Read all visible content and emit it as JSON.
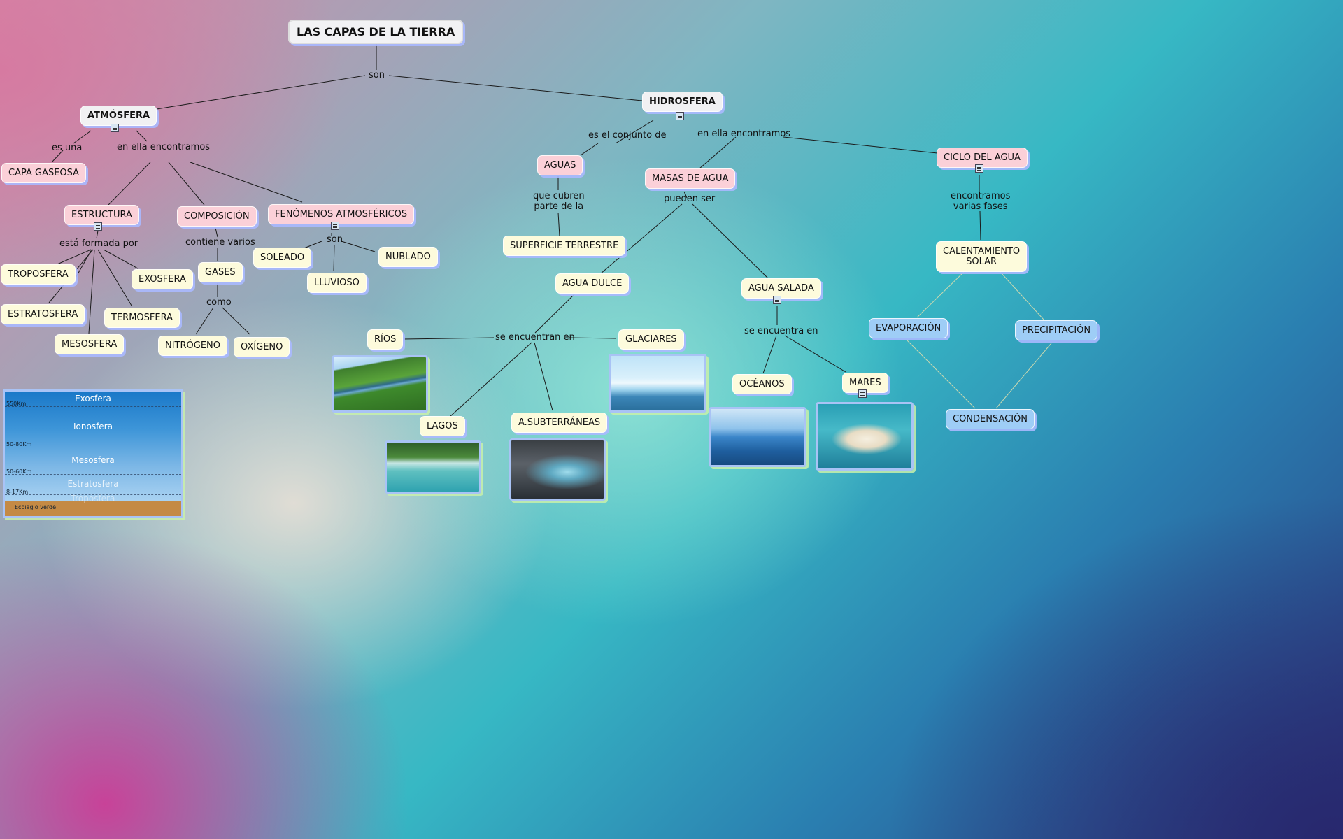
{
  "title": "LAS CAPAS DE LA TIERRA",
  "links": {
    "son": "son",
    "es_una": "es una",
    "en_ella_atm": "en ella encontramos",
    "esta_formada": "está formada por",
    "contiene": "contiene varios",
    "son2": "son",
    "como": "como",
    "es_conjunto": "es el conjunto de",
    "en_ella_hid": "en ella encontramos",
    "que_cubren": "que cubren\nparte de la",
    "pueden_ser": "pueden ser",
    "se_encuentran": "se encuentran en",
    "se_encuentra": "se encuentra en",
    "fases": "encontramos\nvarias fases"
  },
  "concepts": {
    "atmosfera": "ATMÓSFERA",
    "hidrosfera": "HIDROSFERA",
    "capa_gaseosa": "CAPA GASEOSA",
    "estructura": "ESTRUCTURA",
    "composicion": "COMPOSICIÓN",
    "fenomenos": "FENÓMENOS ATMOSFÉRICOS",
    "troposfera": "TROPOSFERA",
    "exosfera": "EXOSFERA",
    "estratosfera": "ESTRATOSFERA",
    "termosfera": "TERMOSFERA",
    "mesosfera": "MESOSFERA",
    "gases": "GASES",
    "nitrogeno": "NITRÓGENO",
    "oxigeno": "OXÍGENO",
    "soleado": "SOLEADO",
    "nublado": "NUBLADO",
    "lluvioso": "LLUVIOSO",
    "aguas": "AGUAS",
    "masas": "MASAS DE AGUA",
    "ciclo": "CICLO DEL AGUA",
    "superficie": "SUPERFICIE TERRESTRE",
    "agua_dulce": "AGUA DULCE",
    "agua_salada": "AGUA SALADA",
    "rios": "RÍOS",
    "glaciares": "GLACIARES",
    "lagos": "LAGOS",
    "subterraneas": "A.SUBTERRÁNEAS",
    "oceanos": "OCÉANOS",
    "mares": "MARES",
    "calentamiento": "CALENTAMIENTO\nSOLAR",
    "evaporacion": "EVAPORACIÓN",
    "precipitacion": "PRECIPITACIÓN",
    "condensacion": "CONDENSACIÓN"
  },
  "layers_image": {
    "names": [
      "Exosfera",
      "Ionosfera",
      "Mesosfera",
      "Estratosfera",
      "Troposfera"
    ],
    "kms": [
      "550Km",
      "50-80Km",
      "50-60Km",
      "8-17Km"
    ],
    "brand": "Ecoiaglo verde"
  }
}
